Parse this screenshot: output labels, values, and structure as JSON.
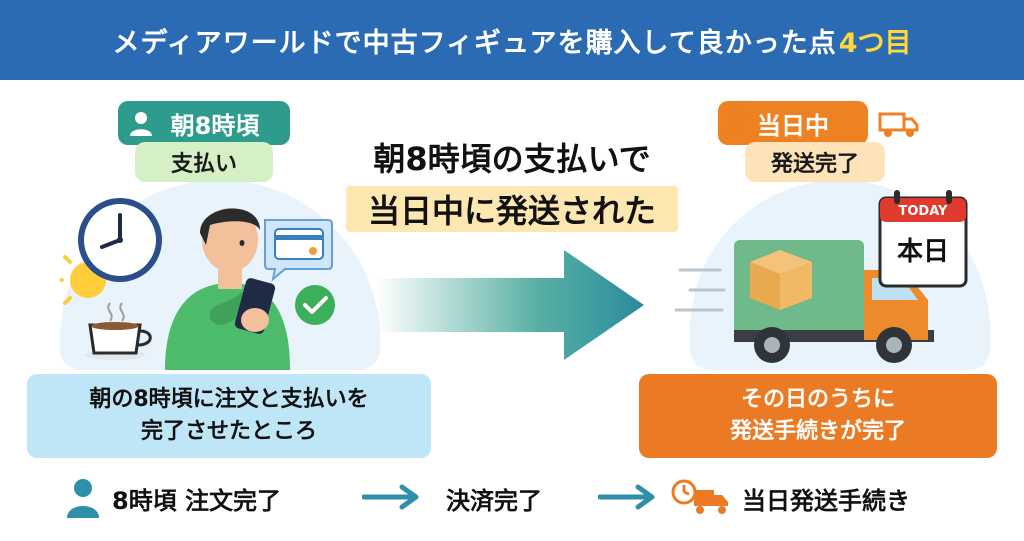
{
  "header": {
    "title": "メディアワールドで中古フィギュアを購入して良かった点",
    "accent": "4つ目"
  },
  "left_panel": {
    "tag_top": "朝8時頃",
    "tag_bottom": "支払い",
    "caption_line1": "朝の8時頃に注文と支払いを",
    "caption_line2": "完了させたところ"
  },
  "center": {
    "line1": "朝8時頃の支払いで",
    "line2": "当日中に発送された"
  },
  "right_panel": {
    "tag_top": "当日中",
    "tag_bottom": "発送完了",
    "calendar_header": "TODAY",
    "calendar_body": "本日",
    "caption_line1": "その日のうちに",
    "caption_line2": "発送手続きが完了"
  },
  "flow": {
    "step1": "8時頃 注文完了",
    "step2": "決済完了",
    "step3": "当日発送手続き"
  },
  "colors": {
    "header_bg": "#2a6bb3",
    "accent_yellow": "#ffd83a",
    "teal": "#2e9c8c",
    "orange": "#ea7a24"
  }
}
